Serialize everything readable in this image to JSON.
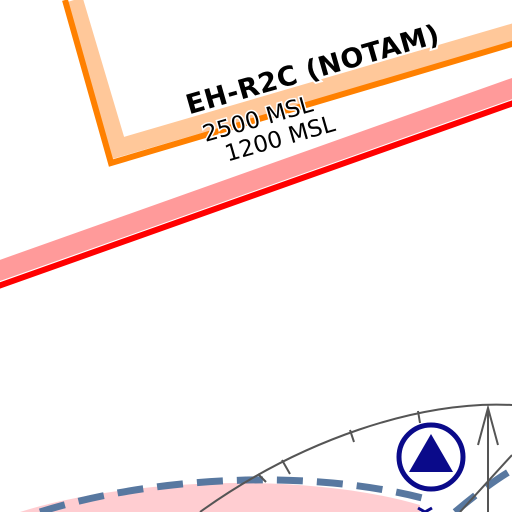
{
  "map": {
    "background": "#ffffff",
    "restricted_area": {
      "name": "EH-R2C (NOTAM)",
      "upper_limit": "2500 MSL",
      "lower_limit": "1200 MSL",
      "border_color": "#ff8000",
      "halo_color": "#ffc89a"
    },
    "boundary_line": {
      "color": "#ff0000",
      "halo_color": "#ff9a9a"
    },
    "controlled_zone": {
      "dash_color": "#5878a0",
      "fill_color": "#ffc8cc"
    },
    "compass_rose": {
      "color": "#555555"
    },
    "navaid": {
      "icon": "vor-triangle-icon",
      "color": "#0a0a8a"
    }
  }
}
